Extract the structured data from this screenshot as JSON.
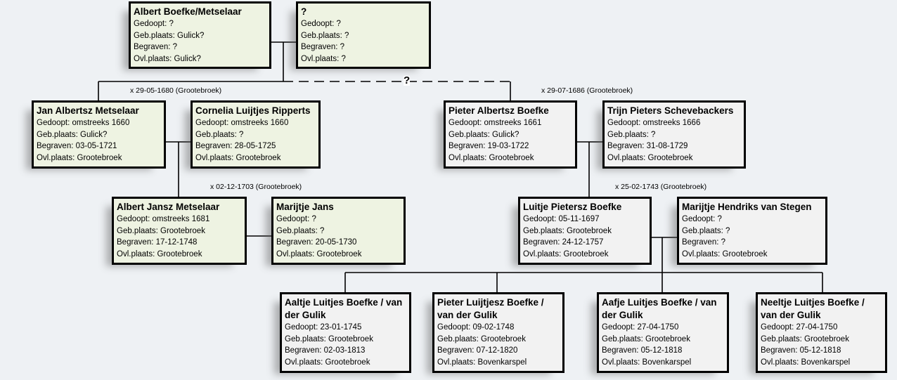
{
  "labels": {
    "baptized": "Gedoopt: ",
    "birthplace": "Geb.plaats: ",
    "buried": "Begraven: ",
    "deathplace": "Ovl.plaats: "
  },
  "unknown_link": "?",
  "marriages": [
    "x 29-05-1680 (Grootebroek)",
    "x 29-07-1686 (Grootebroek)",
    "x 02-12-1703 (Grootebroek)",
    "x 25-02-1743 (Grootebroek)"
  ],
  "persons": [
    {
      "name": "Albert Boefke/Metselaar",
      "baptized": "?",
      "birthplace": "Gulick?",
      "buried": "?",
      "deathplace": "Gulick?"
    },
    {
      "name": "?",
      "baptized": "?",
      "birthplace": "?",
      "buried": "?",
      "deathplace": "?"
    },
    {
      "name": "Jan Albertsz Metselaar",
      "baptized": "omstreeks 1660",
      "birthplace": "Gulick?",
      "buried": "03-05-1721",
      "deathplace": "Grootebroek"
    },
    {
      "name": "Cornelia Luijtjes Ripperts",
      "baptized": "omstreeks 1660",
      "birthplace": "?",
      "buried": "28-05-1725",
      "deathplace": "Grootebroek"
    },
    {
      "name": "Pieter Albertsz Boefke",
      "baptized": "omstreeks 1661",
      "birthplace": "Gulick?",
      "buried": "19-03-1722",
      "deathplace": "Grootebroek"
    },
    {
      "name": "Trijn Pieters Schevebackers",
      "baptized": "omstreeks 1666",
      "birthplace": "?",
      "buried": "31-08-1729",
      "deathplace": "Grootebroek"
    },
    {
      "name": "Albert Jansz Metselaar",
      "baptized": "omstreeks 1681",
      "birthplace": "Grootebroek",
      "buried": "17-12-1748",
      "deathplace": "Grootebroek"
    },
    {
      "name": "Marijtje Jans",
      "baptized": "?",
      "birthplace": "?",
      "buried": "20-05-1730",
      "deathplace": "Grootebroek"
    },
    {
      "name": "Luitje Pietersz Boefke",
      "baptized": "05-11-1697",
      "birthplace": "Grootebroek",
      "buried": "24-12-1757",
      "deathplace": "Grootebroek"
    },
    {
      "name": "Marijtje Hendriks van Stegen",
      "baptized": "?",
      "birthplace": "?",
      "buried": "?",
      "deathplace": "Grootebroek"
    },
    {
      "name": "Aaltje Luitjes Boefke / van der Gulik",
      "baptized": "23-01-1745",
      "birthplace": "Grootebroek",
      "buried": "02-03-1813",
      "deathplace": "Grootebroek"
    },
    {
      "name": "Pieter Luijtjesz Boefke / van der Gulik",
      "baptized": "09-02-1748",
      "birthplace": "Grootebroek",
      "buried": "07-12-1820",
      "deathplace": "Bovenkarspel"
    },
    {
      "name": "Aafje Luitjes Boefke / van der Gulik",
      "baptized": "27-04-1750",
      "birthplace": "Grootebroek",
      "buried": "05-12-1818",
      "deathplace": "Bovenkarspel"
    },
    {
      "name": "Neeltje Luitjes Boefke / van der Gulik",
      "baptized": "27-04-1750",
      "birthplace": "Grootebroek",
      "buried": "05-12-1818",
      "deathplace": "Bovenkarspel"
    }
  ]
}
